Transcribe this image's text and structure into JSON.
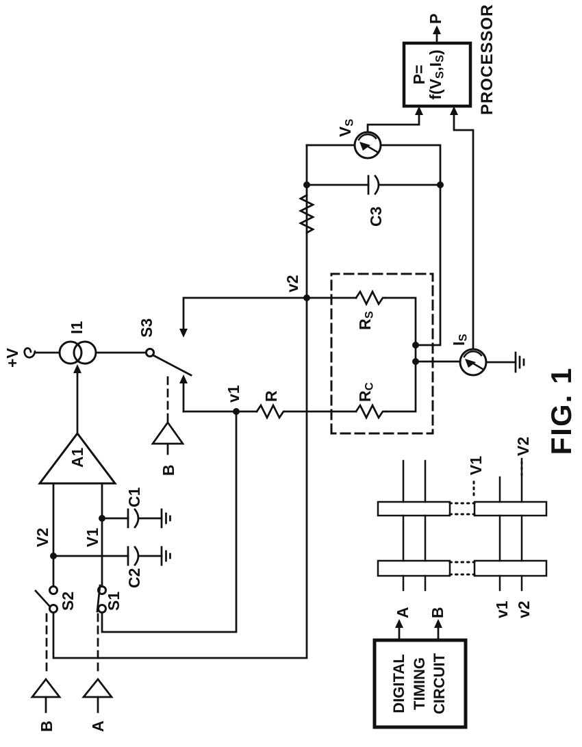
{
  "figure": {
    "caption": "FIG. 1"
  },
  "power": {
    "label": "+V"
  },
  "sources": {
    "i1": "I1",
    "vs": {
      "main": "V",
      "sub": "S"
    },
    "is": {
      "main": "I",
      "sub": "S"
    }
  },
  "switches": {
    "s1": "S1",
    "s2": "S2",
    "s3": "S3"
  },
  "amplifiers": {
    "a1": "A1",
    "buffer_b_mid": "B",
    "buffer_b": "B",
    "buffer_a": "A"
  },
  "capacitors": {
    "c1": "C1",
    "c2": "C2",
    "c3": "C3"
  },
  "resistors": {
    "r": "R",
    "rs": {
      "main": "R",
      "sub": "S"
    },
    "rc": {
      "main": "R",
      "sub": "C"
    }
  },
  "nodes": {
    "v1": "v1",
    "v2": "v2",
    "v1_in": "V1",
    "v2_in": "V2"
  },
  "processor": {
    "line1": "P=",
    "f1": "f(V",
    "f2": "S",
    "f3": ",I",
    "f4": "S",
    "f5": ")",
    "label": "PROCESSOR",
    "output": "P"
  },
  "timing": {
    "line1": "DIGITAL",
    "line2": "TIMING",
    "line3": "CIRCUIT"
  },
  "matrix": {
    "a": "A",
    "b": "B",
    "v1": "v1",
    "v2": "v2",
    "v1_cap": "V1",
    "v2_cap": "V2"
  }
}
